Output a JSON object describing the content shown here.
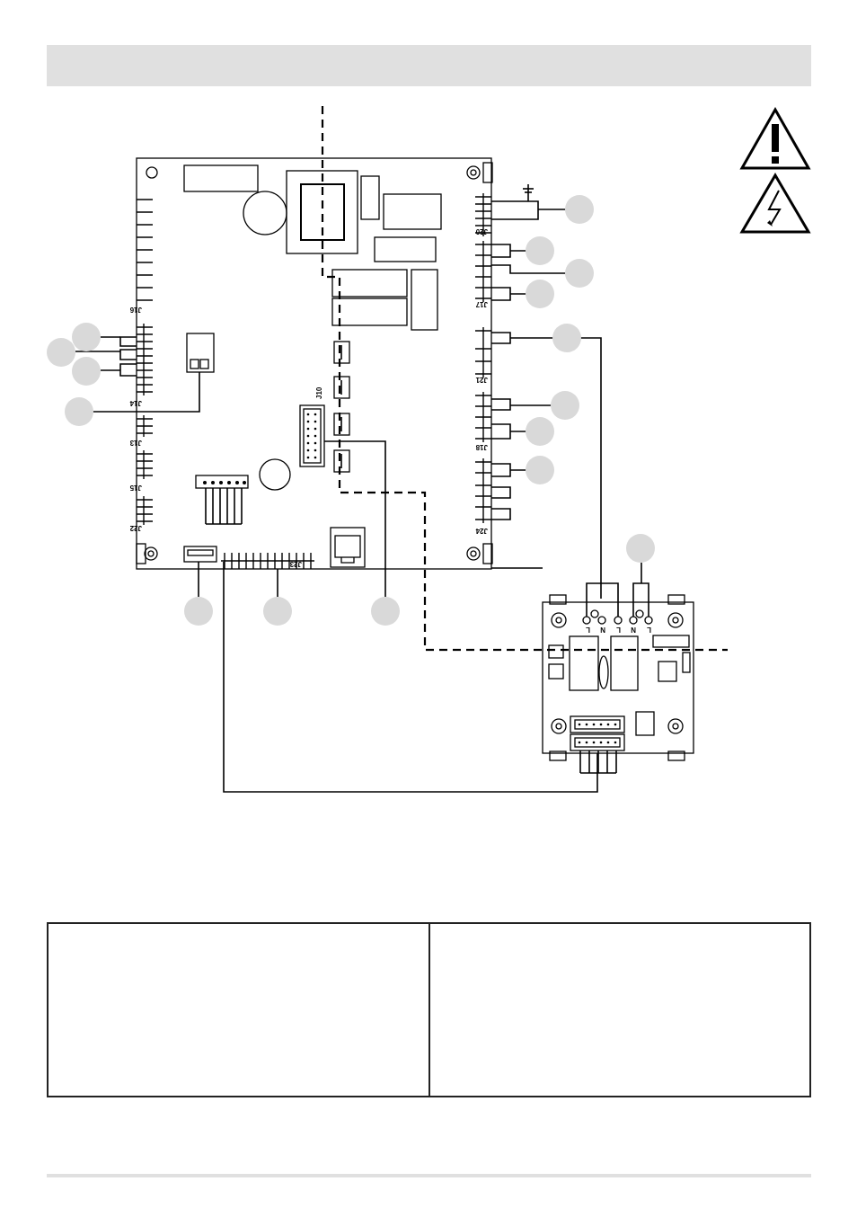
{
  "connectors": {
    "J14": "J14",
    "J16": "J16",
    "J13": "J13",
    "J15": "J15",
    "J22": "J22",
    "J20": "J20",
    "J17": "J17",
    "J21": "J21",
    "J18": "J18",
    "J24": "J24",
    "J10": "J10",
    "J23": "J23"
  },
  "terminals": [
    "L",
    "N",
    "L",
    "N",
    "L"
  ],
  "colors": {
    "line": "#000000",
    "header": "#e0e0e0",
    "callout": "#d9d9d9"
  },
  "icons": [
    "warning-triangle-icon",
    "electric-hazard-icon",
    "ground-icon"
  ]
}
